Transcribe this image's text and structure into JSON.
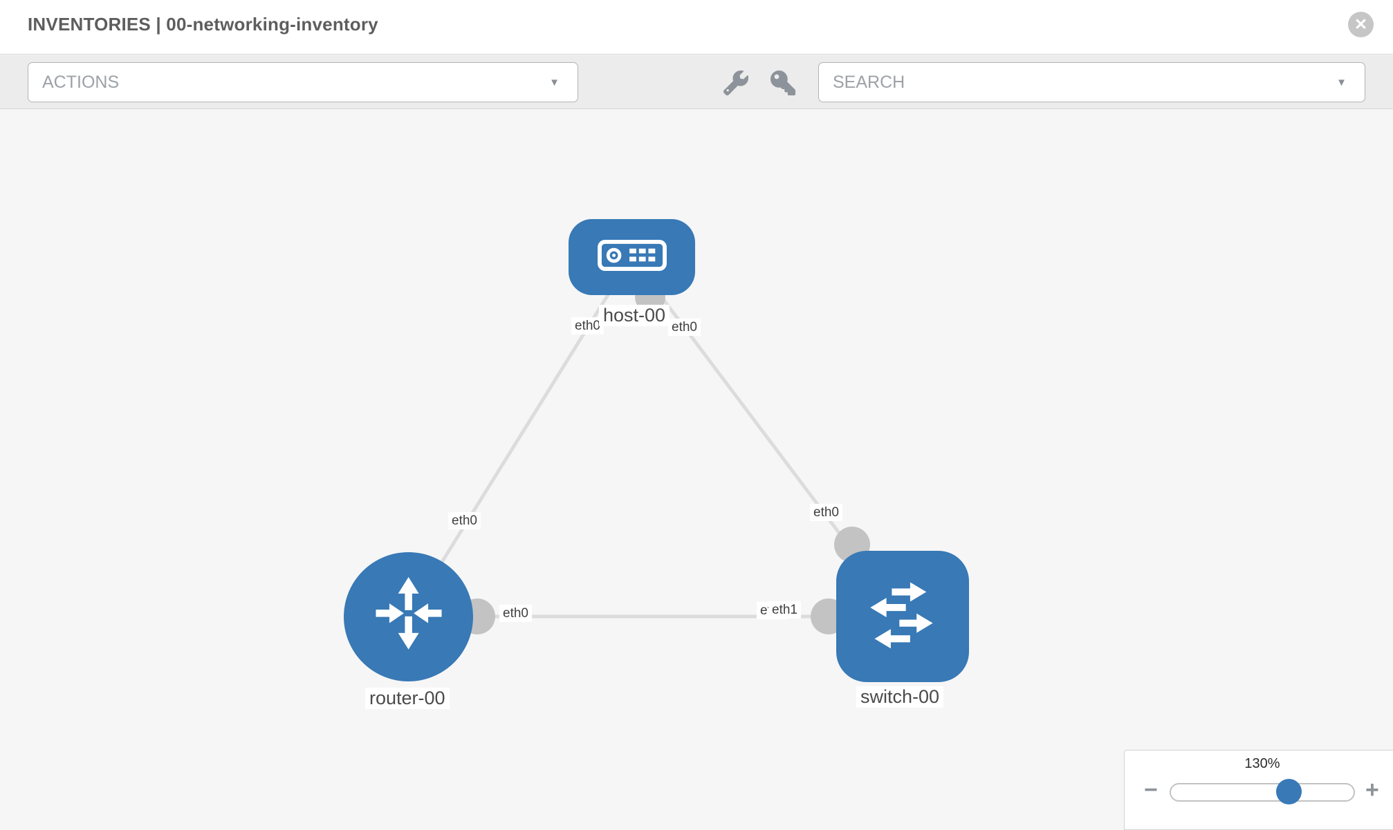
{
  "header": {
    "title": "INVENTORIES | 00-networking-inventory",
    "close_glyph": "✕"
  },
  "toolbar": {
    "actions_label": "ACTIONS",
    "search_placeholder": "SEARCH",
    "caret": "▼",
    "icons": [
      "wrench-icon",
      "key-icon"
    ]
  },
  "topology": {
    "nodes": [
      {
        "id": "host-00",
        "type": "host",
        "label": "host-00",
        "icon": "host-icon"
      },
      {
        "id": "router-00",
        "type": "router",
        "label": "router-00",
        "icon": "router-icon"
      },
      {
        "id": "switch-00",
        "type": "switch",
        "label": "switch-00",
        "icon": "switch-icon"
      }
    ],
    "links": [
      {
        "source": "host-00",
        "target": "router-00",
        "source_interface": "eth0",
        "target_interface": "eth0"
      },
      {
        "source": "host-00",
        "target": "switch-00",
        "source_interface": "eth0",
        "target_interface": "eth0"
      },
      {
        "source": "router-00",
        "target": "switch-00",
        "source_interface": "eth0",
        "target_interface": "eth1"
      }
    ],
    "occluded_label": "eth0"
  },
  "zoom_control": {
    "level": "130%",
    "minus_label": "−",
    "plus_label": "+"
  },
  "colors": {
    "node_blue": "#3879b6",
    "link_gray": "#dcdcdc",
    "port_gray": "#c3c3c3",
    "toolbar_bg": "#ececec",
    "canvas_bg": "#f6f6f6",
    "header_text": "#5d5d5d",
    "muted_text": "#9da1a7"
  }
}
